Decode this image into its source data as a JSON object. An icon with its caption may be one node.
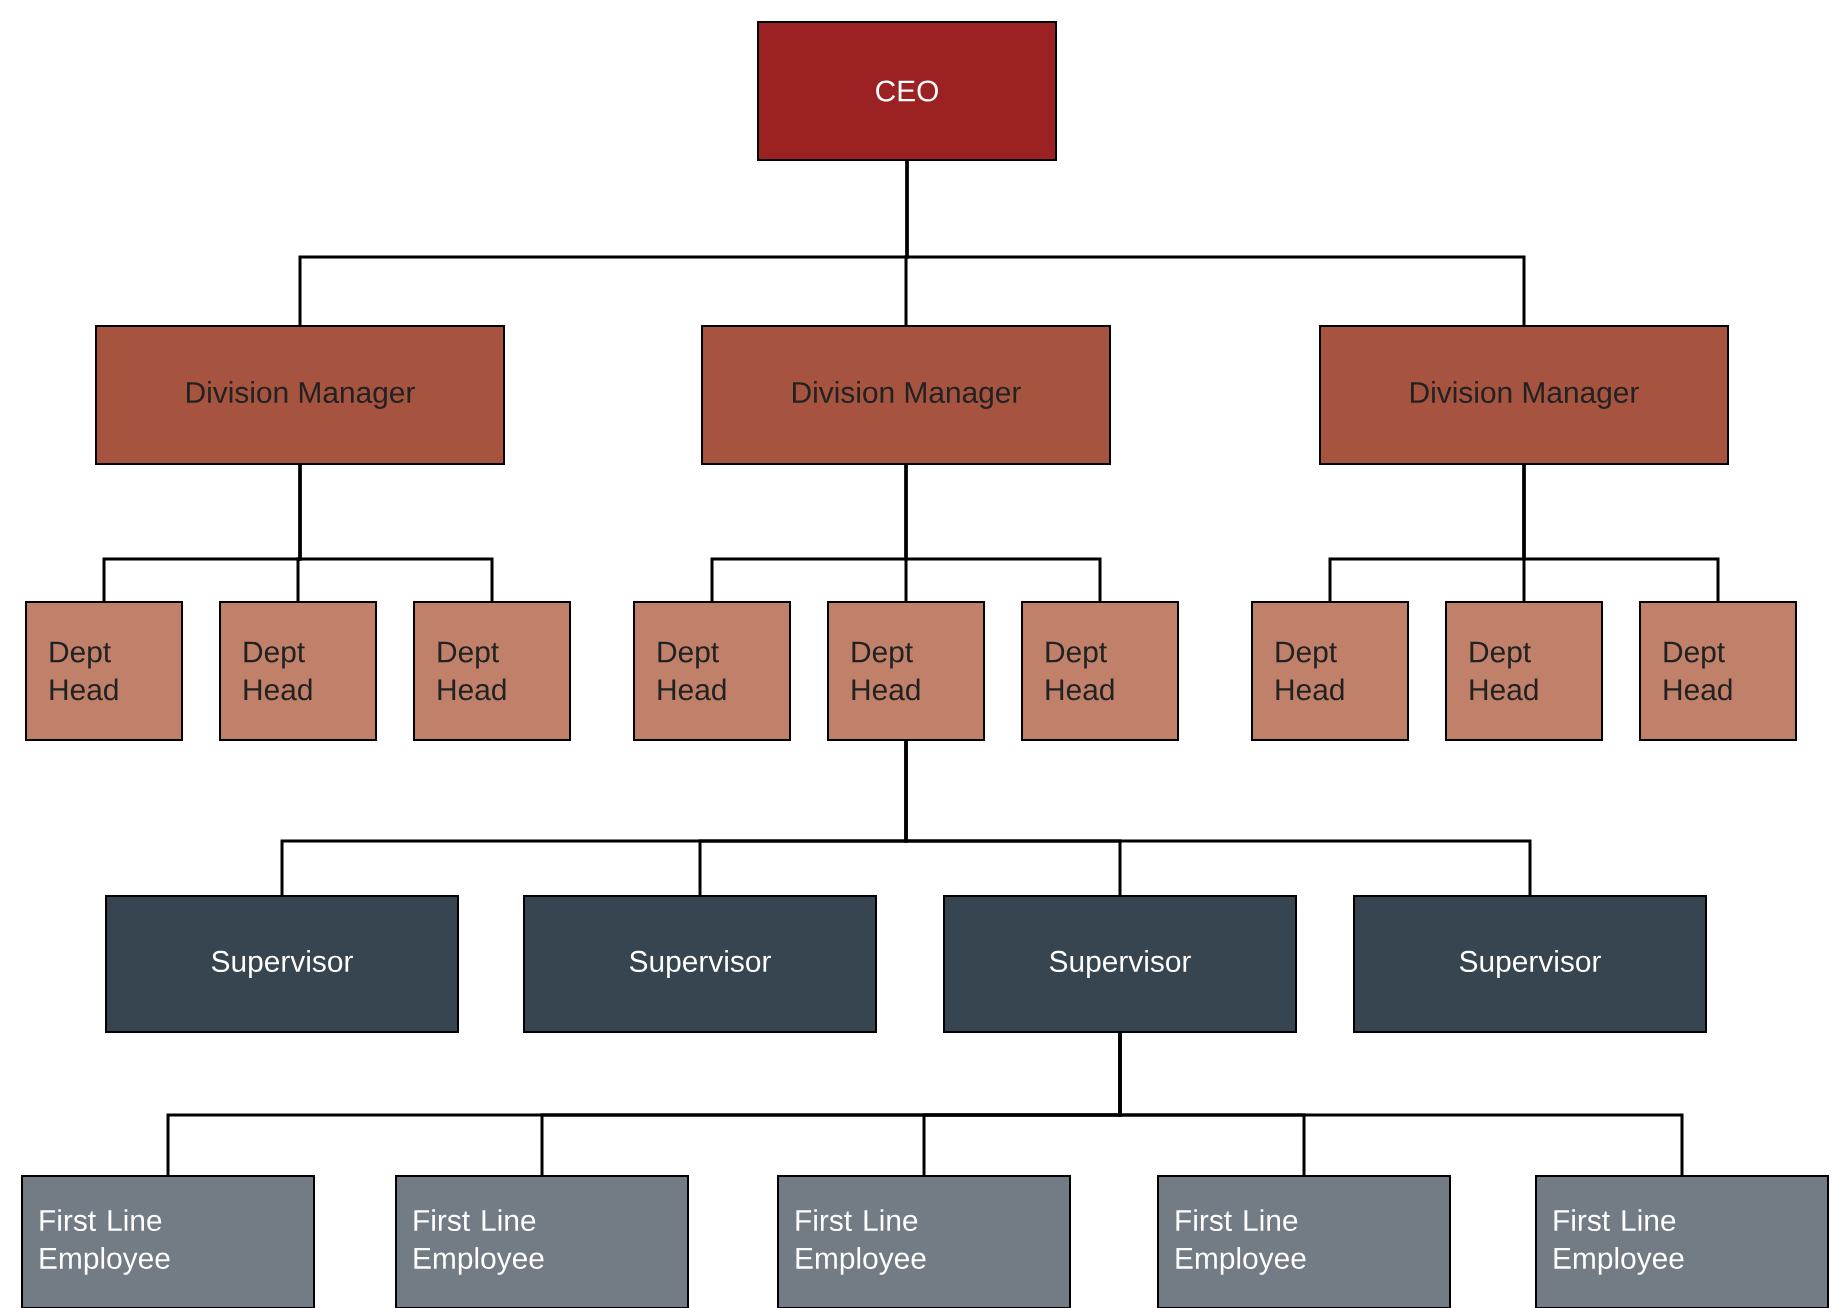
{
  "diagram": {
    "nodes": [
      {
        "text": [
          "CEO"
        ]
      },
      {
        "text": [
          "Division Manager"
        ]
      },
      {
        "text": [
          "Division Manager"
        ]
      },
      {
        "text": [
          "Division Manager"
        ]
      },
      {
        "text": [
          "Dept Head"
        ]
      },
      {
        "text": [
          "Dept Head"
        ]
      },
      {
        "text": [
          "Dept Head"
        ]
      },
      {
        "text": [
          "Dept Head"
        ]
      },
      {
        "text": [
          "Dept Head"
        ]
      },
      {
        "text": [
          "Dept Head"
        ]
      },
      {
        "text": [
          "Dept Head"
        ]
      },
      {
        "text": [
          "Dept Head"
        ]
      },
      {
        "text": [
          "Dept Head"
        ]
      },
      {
        "text": [
          "Supervisor"
        ]
      },
      {
        "text": [
          "Supervisor"
        ]
      },
      {
        "text": [
          "Supervisor"
        ]
      },
      {
        "text": [
          "Supervisor"
        ]
      },
      {
        "text": [
          "First Line Employee"
        ]
      },
      {
        "text": [
          "First Line Employee"
        ]
      },
      {
        "text": [
          "First Line Employee"
        ]
      },
      {
        "text": [
          "First Line Employee"
        ]
      },
      {
        "text": [
          "First Line Employee"
        ]
      }
    ],
    "edges": [
      {
        "from": 0,
        "to": 1,
        "arrow": "none"
      },
      {
        "from": 0,
        "to": 2,
        "arrow": "none"
      },
      {
        "from": 0,
        "to": 3,
        "arrow": "none"
      },
      {
        "from": 1,
        "to": 4,
        "arrow": "none"
      },
      {
        "from": 1,
        "to": 5,
        "arrow": "none"
      },
      {
        "from": 1,
        "to": 6,
        "arrow": "none"
      },
      {
        "from": 2,
        "to": 7,
        "arrow": "none"
      },
      {
        "from": 2,
        "to": 8,
        "arrow": "none"
      },
      {
        "from": 2,
        "to": 9,
        "arrow": "none"
      },
      {
        "from": 3,
        "to": 10,
        "arrow": "none"
      },
      {
        "from": 3,
        "to": 11,
        "arrow": "none"
      },
      {
        "from": 3,
        "to": 12,
        "arrow": "none"
      },
      {
        "from": 8,
        "to": 13,
        "arrow": "none"
      },
      {
        "from": 8,
        "to": 14,
        "arrow": "none"
      },
      {
        "from": 8,
        "to": 15,
        "arrow": "none"
      },
      {
        "from": 8,
        "to": 16,
        "arrow": "none"
      },
      {
        "from": 15,
        "to": 17,
        "arrow": "none"
      },
      {
        "from": 15,
        "to": 18,
        "arrow": "none"
      },
      {
        "from": 15,
        "to": 19,
        "arrow": "none"
      },
      {
        "from": 15,
        "to": 20,
        "arrow": "none"
      },
      {
        "from": 15,
        "to": 21,
        "arrow": "none"
      }
    ]
  }
}
